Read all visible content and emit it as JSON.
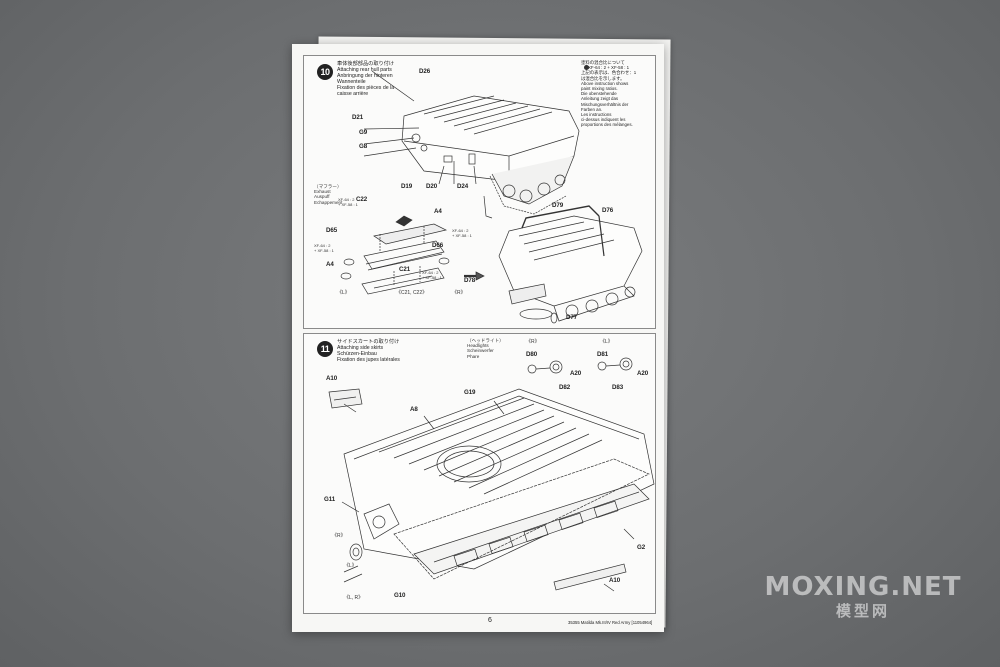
{
  "page": {
    "number": "6",
    "footer_code": "35355 Matilda Mk.III/IV Red Army [11054964]"
  },
  "step10": {
    "number": "10",
    "title_lines": [
      "車体後部部品の取り付け",
      "Attaching rear hull parts",
      "Anbringung der hinteren",
      "Wannenteile",
      "Fixation des pièces de la",
      "caisse arrière"
    ],
    "note_lines": [
      "塗料の混合比について",
      "XF-64 : 2 + XF-58 : 1",
      "上記の表示は、色合わせ：1",
      "は混合比を示します。",
      "Above instruction shows",
      "paint mixing ratios.",
      "Die obenstehende",
      "Anleitung zeigt das",
      "Mischungsverhältnis der",
      "Farben an.",
      "Les instructions",
      "ci-dessus indiquent les",
      "proportions des mélanges."
    ],
    "exhaust_label_lines": [
      "（マフラー）",
      "Exhaust",
      "Auspuff",
      "Echappement"
    ],
    "paint_mix": [
      "XF-64 : 2",
      "+ XF-58 : 1"
    ],
    "side_tags": [
      "《L》",
      "《C21, C22》",
      "《R》"
    ],
    "part_labels": [
      "D26",
      "D21",
      "G9",
      "G8",
      "D19",
      "D20",
      "D24",
      "C22",
      "A4",
      "D65",
      "D66",
      "A4",
      "C21",
      "D79",
      "D76",
      "D78",
      "D77"
    ]
  },
  "step11": {
    "number": "11",
    "title_lines": [
      "サイドスカートの取り付け",
      "Attaching side skirts",
      "Schürzen-Einbau",
      "Fixation des jupes latérales"
    ],
    "headlight_lines": [
      "（ヘッドライト）",
      "Headlights",
      "Scheinwerfer",
      "Phare"
    ],
    "side_tags": [
      "《R》",
      "《L》",
      "《R》",
      "《L》",
      "《L, R》"
    ],
    "part_labels": [
      "D80",
      "D82",
      "A20",
      "D81",
      "D83",
      "A20",
      "A10",
      "A8",
      "G19",
      "G11",
      "G10",
      "G2",
      "A10"
    ]
  }
}
